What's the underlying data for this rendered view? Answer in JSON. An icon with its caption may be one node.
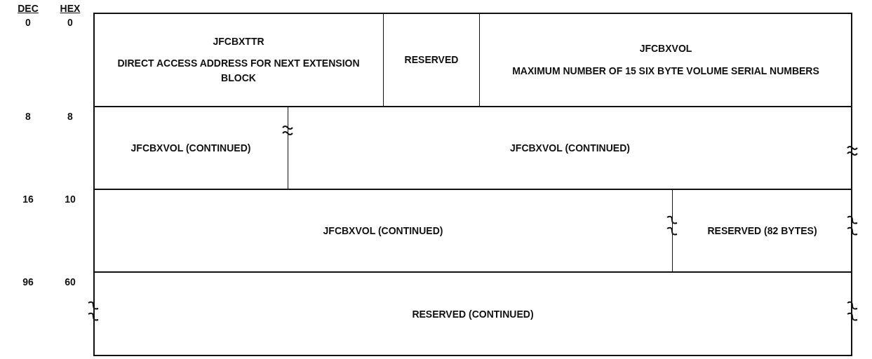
{
  "diagram": {
    "nodes": [
      {
        "text": [
          "JFCBXTTR",
          "DIRECT ACCESS ADDRESS FOR NEXT EXTENSION BLOCK"
        ]
      },
      {
        "text": [
          "RESERVED"
        ]
      },
      {
        "text": [
          "JFCBXVOL",
          "MAXIMUM NUMBER OF 15 SIX BYTE VOLUME SERIAL NUMBERS"
        ]
      },
      {
        "text": [
          "JFCBXVOL (CONTINUED)"
        ]
      },
      {
        "text": [
          "JFCBXVOL (CONTINUED)"
        ]
      },
      {
        "text": [
          "JFCBXVOL (CONTINUED)"
        ]
      },
      {
        "text": [
          "RESERVED (82 BYTES)"
        ]
      },
      {
        "text": [
          "RESERVED (CONTINUED)"
        ]
      }
    ],
    "edges": [],
    "labels": [
      "DEC",
      "HEX",
      "0",
      "0",
      "8",
      "8",
      "16",
      "10",
      "96",
      "60"
    ]
  }
}
